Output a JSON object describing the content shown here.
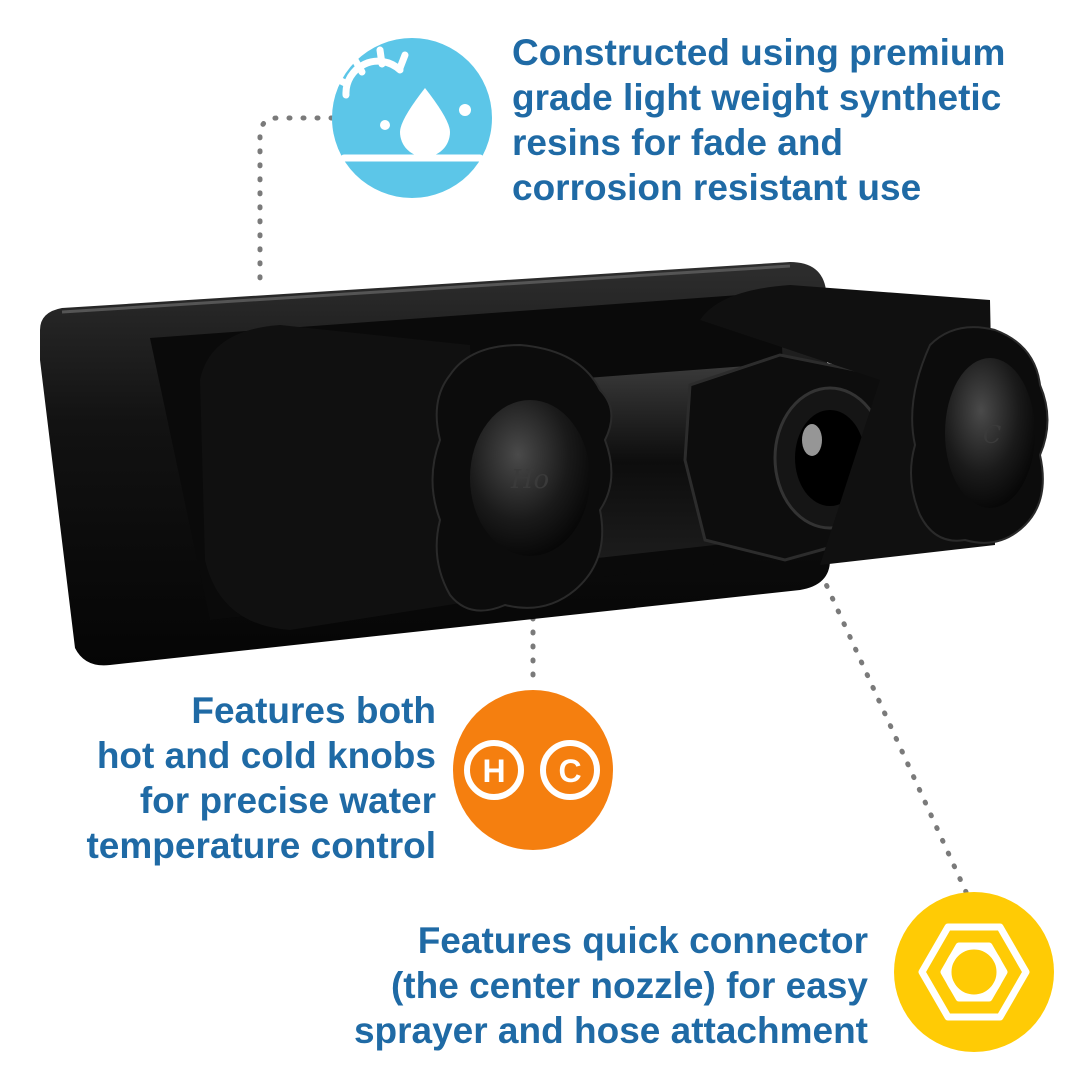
{
  "callouts": {
    "material": {
      "lines": [
        "Constructed using premium",
        "grade light weight synthetic",
        "resins for fade and",
        "corrosion resistant use"
      ],
      "icon": "sun-water-drop-icon",
      "color": "#5cc6e8"
    },
    "knobs": {
      "lines": [
        "Features both",
        "hot and cold knobs",
        "for precise water",
        "temperature control"
      ],
      "icon": "hot-cold-icon",
      "icon_letters": [
        "H",
        "C"
      ],
      "color": "#f57f0f"
    },
    "connector": {
      "lines": [
        "Features quick connector",
        "(the center nozzle) for easy",
        "sprayer and hose attachment"
      ],
      "icon": "hex-nut-icon",
      "color": "#ffcb05"
    }
  },
  "colors": {
    "text": "#1f6aa5",
    "leader": "#7a7a7a",
    "product": "#111111"
  }
}
